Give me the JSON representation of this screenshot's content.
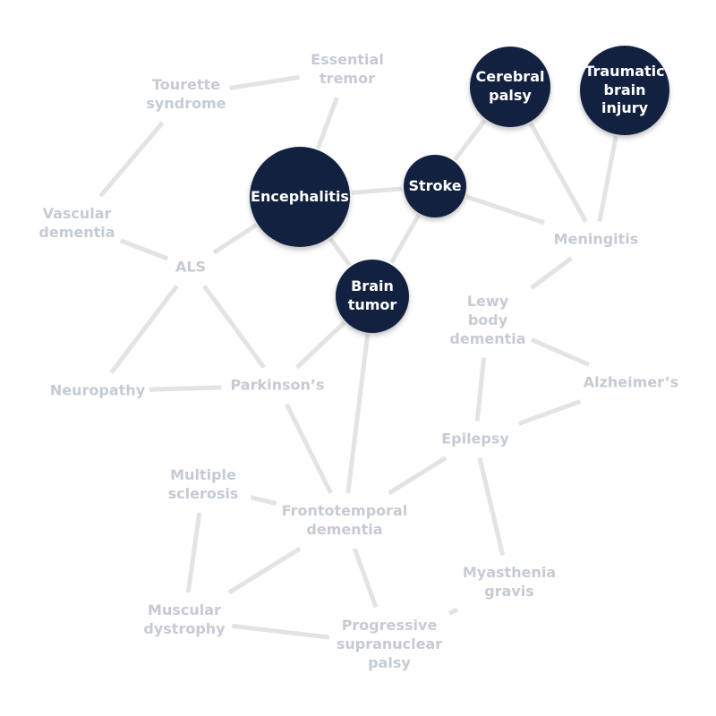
{
  "colors": {
    "highlight": "#12213f",
    "muted": "#c6cbd3",
    "edge": "#e3e3e3"
  },
  "nodes": [
    {
      "id": "tourette",
      "label": "Tourette\nsyndrome",
      "highlighted": false
    },
    {
      "id": "essential_tremor",
      "label": "Essential\ntremor",
      "highlighted": false
    },
    {
      "id": "cerebral_palsy",
      "label": "Cerebral\npalsy",
      "highlighted": true
    },
    {
      "id": "tbi",
      "label": "Traumatic\nbrain\ninjury",
      "highlighted": true
    },
    {
      "id": "encephalitis",
      "label": "Encephalitis",
      "highlighted": true
    },
    {
      "id": "stroke",
      "label": "Stroke",
      "highlighted": true
    },
    {
      "id": "vascular_dementia",
      "label": "Vascular\ndementia",
      "highlighted": false
    },
    {
      "id": "meningitis",
      "label": "Meningitis",
      "highlighted": false
    },
    {
      "id": "als",
      "label": "ALS",
      "highlighted": false
    },
    {
      "id": "brain_tumor",
      "label": "Brain\ntumor",
      "highlighted": true
    },
    {
      "id": "lewy_body",
      "label": "Lewy\nbody\ndementia",
      "highlighted": false
    },
    {
      "id": "alzheimers",
      "label": "Alzheimer’s",
      "highlighted": false
    },
    {
      "id": "neuropathy",
      "label": "Neuropathy",
      "highlighted": false
    },
    {
      "id": "parkinsons",
      "label": "Parkinson’s",
      "highlighted": false
    },
    {
      "id": "epilepsy",
      "label": "Epilepsy",
      "highlighted": false
    },
    {
      "id": "multiple_sclerosis",
      "label": "Multiple\nsclerosis",
      "highlighted": false
    },
    {
      "id": "frontotemporal",
      "label": "Frontotemporal\ndementia",
      "highlighted": false
    },
    {
      "id": "myasthenia",
      "label": "Myasthenia\ngravis",
      "highlighted": false
    },
    {
      "id": "muscular_dystrophy",
      "label": "Muscular\ndystrophy",
      "highlighted": false
    },
    {
      "id": "psp",
      "label": "Progressive\nsupranuclear\npalsy",
      "highlighted": false
    }
  ],
  "edges": [
    [
      "tourette",
      "essential_tremor"
    ],
    [
      "tourette",
      "vascular_dementia"
    ],
    [
      "essential_tremor",
      "encephalitis"
    ],
    [
      "encephalitis",
      "stroke"
    ],
    [
      "encephalitis",
      "brain_tumor"
    ],
    [
      "encephalitis",
      "als"
    ],
    [
      "stroke",
      "cerebral_palsy"
    ],
    [
      "stroke",
      "meningitis"
    ],
    [
      "stroke",
      "brain_tumor"
    ],
    [
      "cerebral_palsy",
      "meningitis"
    ],
    [
      "tbi",
      "meningitis"
    ],
    [
      "vascular_dementia",
      "als"
    ],
    [
      "als",
      "neuropathy"
    ],
    [
      "als",
      "parkinsons"
    ],
    [
      "meningitis",
      "lewy_body"
    ],
    [
      "lewy_body",
      "alzheimers"
    ],
    [
      "lewy_body",
      "epilepsy"
    ],
    [
      "alzheimers",
      "epilepsy"
    ],
    [
      "neuropathy",
      "parkinsons"
    ],
    [
      "parkinsons",
      "brain_tumor"
    ],
    [
      "parkinsons",
      "frontotemporal"
    ],
    [
      "brain_tumor",
      "frontotemporal"
    ],
    [
      "epilepsy",
      "frontotemporal"
    ],
    [
      "epilepsy",
      "myasthenia"
    ],
    [
      "multiple_sclerosis",
      "frontotemporal"
    ],
    [
      "multiple_sclerosis",
      "muscular_dystrophy"
    ],
    [
      "frontotemporal",
      "muscular_dystrophy"
    ],
    [
      "frontotemporal",
      "psp"
    ],
    [
      "muscular_dystrophy",
      "psp"
    ],
    [
      "psp",
      "myasthenia"
    ]
  ]
}
